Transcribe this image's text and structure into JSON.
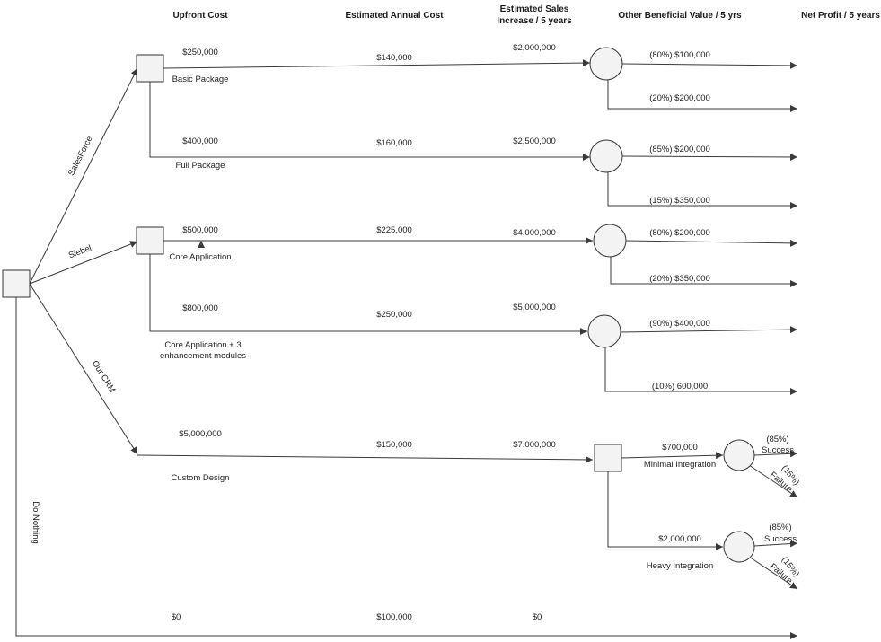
{
  "colors": {
    "line": "#3a3a3a",
    "node_fill": "#f3f3f3",
    "text": "#222222"
  },
  "headers": {
    "upfront_cost": "Upfront Cost",
    "annual_cost": "Estimated Annual Cost",
    "sales_increase_line1": "Estimated Sales",
    "sales_increase_line2": "Increase / 5 years",
    "other_value": "Other Beneficial Value / 5 yrs",
    "net_profit": "Net Profit / 5 years"
  },
  "branches": {
    "salesforce": "SalesForce",
    "siebel": "Siebel",
    "our_crm": "Our CRM",
    "do_nothing": "Do Nothing"
  },
  "salesforce": {
    "basic": {
      "upfront": "$250,000",
      "name": "Basic Package",
      "annual": "$140,000",
      "sales": "$2,000,000",
      "outcome_a": "(80%)  $100,000",
      "outcome_b": "(20%) $200,000"
    },
    "full": {
      "upfront": "$400,000",
      "name": "Full Package",
      "annual": "$160,000",
      "sales": "$2,500,000",
      "outcome_a": "(85%) $200,000",
      "outcome_b": "(15%) $350,000"
    }
  },
  "siebel": {
    "core": {
      "upfront": "$500,000",
      "name": "Core Application",
      "annual": "$225,000",
      "sales": "$4,000,000",
      "outcome_a": "(80%) $200,000",
      "outcome_b": "(20%) $350,000"
    },
    "enhanced": {
      "upfront": "$800,000",
      "name_line1": "Core Application + 3",
      "name_line2": "enhancement modules",
      "annual": "$250,000",
      "sales": "$5,000,000",
      "outcome_a": "(90%) $400,000",
      "outcome_b": "(10%) 600,000"
    }
  },
  "our_crm": {
    "upfront": "$5,000,000",
    "name": "Custom Design",
    "annual": "$150,000",
    "sales": "$7,000,000",
    "minimal": {
      "cost": "$700,000",
      "name": "Minimal Integration",
      "success_pct": "(85%)",
      "success": "Success",
      "failure_pct": "(15%)",
      "failure": "Failure"
    },
    "heavy": {
      "cost": "$2,000,000",
      "name": "Heavy Integration",
      "success_pct": "(85%)",
      "success": "Success",
      "failure_pct": "(15%)",
      "failure": "Failure"
    }
  },
  "do_nothing": {
    "upfront": "$0",
    "annual": "$100,000",
    "sales": "$0"
  }
}
